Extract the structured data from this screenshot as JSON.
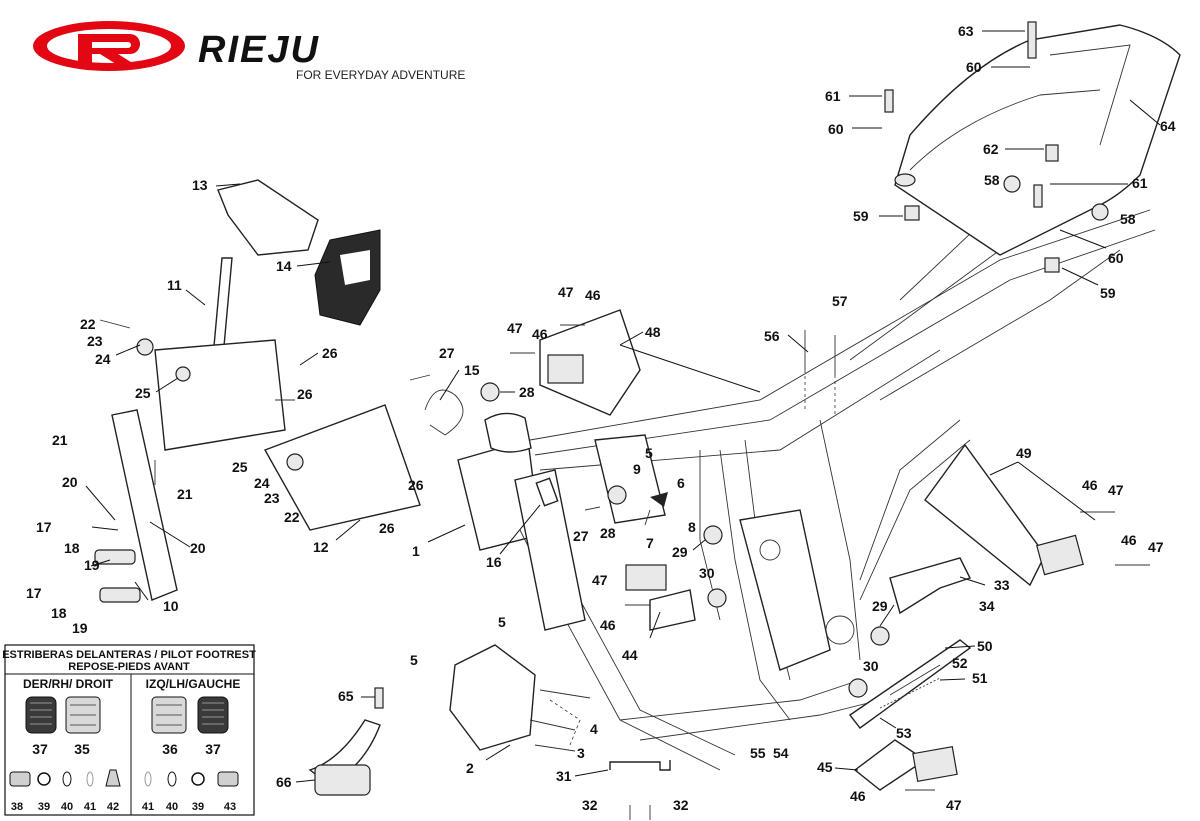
{
  "brand": {
    "name": "RIEJU",
    "slogan": "FOR EVERYDAY ADVENTURE",
    "logo_red": "#e30613",
    "logo_black": "#111111"
  },
  "legend": {
    "title_line1": "ESTRIBERAS DELANTERAS / PILOT FOOTREST",
    "title_line2": "REPOSE-PIEDS AVANT",
    "right_header": "DER/RH/ DROIT",
    "left_header": "IZQ/LH/GAUCHE",
    "right_big": [
      "37",
      "35"
    ],
    "left_big": [
      "36",
      "37"
    ],
    "right_small": [
      "38",
      "39",
      "40",
      "41",
      "42"
    ],
    "left_small": [
      "41",
      "40",
      "39",
      "43"
    ]
  },
  "callouts": [
    {
      "id": "c63",
      "text": "63"
    },
    {
      "id": "c60a",
      "text": "60"
    },
    {
      "id": "c64",
      "text": "64"
    },
    {
      "id": "c61a",
      "text": "61"
    },
    {
      "id": "c60b",
      "text": "60"
    },
    {
      "id": "c62",
      "text": "62"
    },
    {
      "id": "c58a",
      "text": "58"
    },
    {
      "id": "c61b",
      "text": "61"
    },
    {
      "id": "c59a",
      "text": "59"
    },
    {
      "id": "c58b",
      "text": "58"
    },
    {
      "id": "c60c",
      "text": "60"
    },
    {
      "id": "c59b",
      "text": "59"
    },
    {
      "id": "c13",
      "text": "13"
    },
    {
      "id": "c14",
      "text": "14"
    },
    {
      "id": "c11",
      "text": "11"
    },
    {
      "id": "c22a",
      "text": "22"
    },
    {
      "id": "c23a",
      "text": "23"
    },
    {
      "id": "c24a",
      "text": "24"
    },
    {
      "id": "c25a",
      "text": "25"
    },
    {
      "id": "c26a",
      "text": "26"
    },
    {
      "id": "c26b",
      "text": "26"
    },
    {
      "id": "c21a",
      "text": "21"
    },
    {
      "id": "c21b",
      "text": "21"
    },
    {
      "id": "c20a",
      "text": "20"
    },
    {
      "id": "c20b",
      "text": "20"
    },
    {
      "id": "c17a",
      "text": "17"
    },
    {
      "id": "c18a",
      "text": "18"
    },
    {
      "id": "c19a",
      "text": "19"
    },
    {
      "id": "c17b",
      "text": "17"
    },
    {
      "id": "c18b",
      "text": "18"
    },
    {
      "id": "c19b",
      "text": "19"
    },
    {
      "id": "c10",
      "text": "10"
    },
    {
      "id": "c25b",
      "text": "25"
    },
    {
      "id": "c24b",
      "text": "24"
    },
    {
      "id": "c23b",
      "text": "23"
    },
    {
      "id": "c22b",
      "text": "22"
    },
    {
      "id": "c12",
      "text": "12"
    },
    {
      "id": "c26c",
      "text": "26"
    },
    {
      "id": "c26d",
      "text": "26"
    },
    {
      "id": "c27a",
      "text": "27"
    },
    {
      "id": "c15",
      "text": "15"
    },
    {
      "id": "c28a",
      "text": "28"
    },
    {
      "id": "c47a",
      "text": "47"
    },
    {
      "id": "c46a",
      "text": "46"
    },
    {
      "id": "c47b",
      "text": "47"
    },
    {
      "id": "c46b",
      "text": "46"
    },
    {
      "id": "c48",
      "text": "48"
    },
    {
      "id": "c57",
      "text": "57"
    },
    {
      "id": "c56",
      "text": "56"
    },
    {
      "id": "c1",
      "text": "1"
    },
    {
      "id": "c16",
      "text": "16"
    },
    {
      "id": "c27b",
      "text": "27"
    },
    {
      "id": "c28b",
      "text": "28"
    },
    {
      "id": "c9",
      "text": "9"
    },
    {
      "id": "c5a",
      "text": "5"
    },
    {
      "id": "c6",
      "text": "6"
    },
    {
      "id": "c8",
      "text": "8"
    },
    {
      "id": "c7",
      "text": "7"
    },
    {
      "id": "c29a",
      "text": "29"
    },
    {
      "id": "c30a",
      "text": "30"
    },
    {
      "id": "c47c",
      "text": "47"
    },
    {
      "id": "c46c",
      "text": "46"
    },
    {
      "id": "c44",
      "text": "44"
    },
    {
      "id": "c49",
      "text": "49"
    },
    {
      "id": "c46d",
      "text": "46"
    },
    {
      "id": "c47d",
      "text": "47"
    },
    {
      "id": "c46e",
      "text": "46"
    },
    {
      "id": "c47e",
      "text": "47"
    },
    {
      "id": "c33",
      "text": "33"
    },
    {
      "id": "c34",
      "text": "34"
    },
    {
      "id": "c29b",
      "text": "29"
    },
    {
      "id": "c50",
      "text": "50"
    },
    {
      "id": "c52",
      "text": "52"
    },
    {
      "id": "c51",
      "text": "51"
    },
    {
      "id": "c30b",
      "text": "30"
    },
    {
      "id": "c53",
      "text": "53"
    },
    {
      "id": "c55",
      "text": "55"
    },
    {
      "id": "c54",
      "text": "54"
    },
    {
      "id": "c45",
      "text": "45"
    },
    {
      "id": "c46f",
      "text": "46"
    },
    {
      "id": "c47f",
      "text": "47"
    },
    {
      "id": "c5b",
      "text": "5"
    },
    {
      "id": "c5c",
      "text": "5"
    },
    {
      "id": "c4",
      "text": "4"
    },
    {
      "id": "c3",
      "text": "3"
    },
    {
      "id": "c2",
      "text": "2"
    },
    {
      "id": "c31",
      "text": "31"
    },
    {
      "id": "c32a",
      "text": "32"
    },
    {
      "id": "c32b",
      "text": "32"
    },
    {
      "id": "c65",
      "text": "65"
    },
    {
      "id": "c66",
      "text": "66"
    }
  ]
}
